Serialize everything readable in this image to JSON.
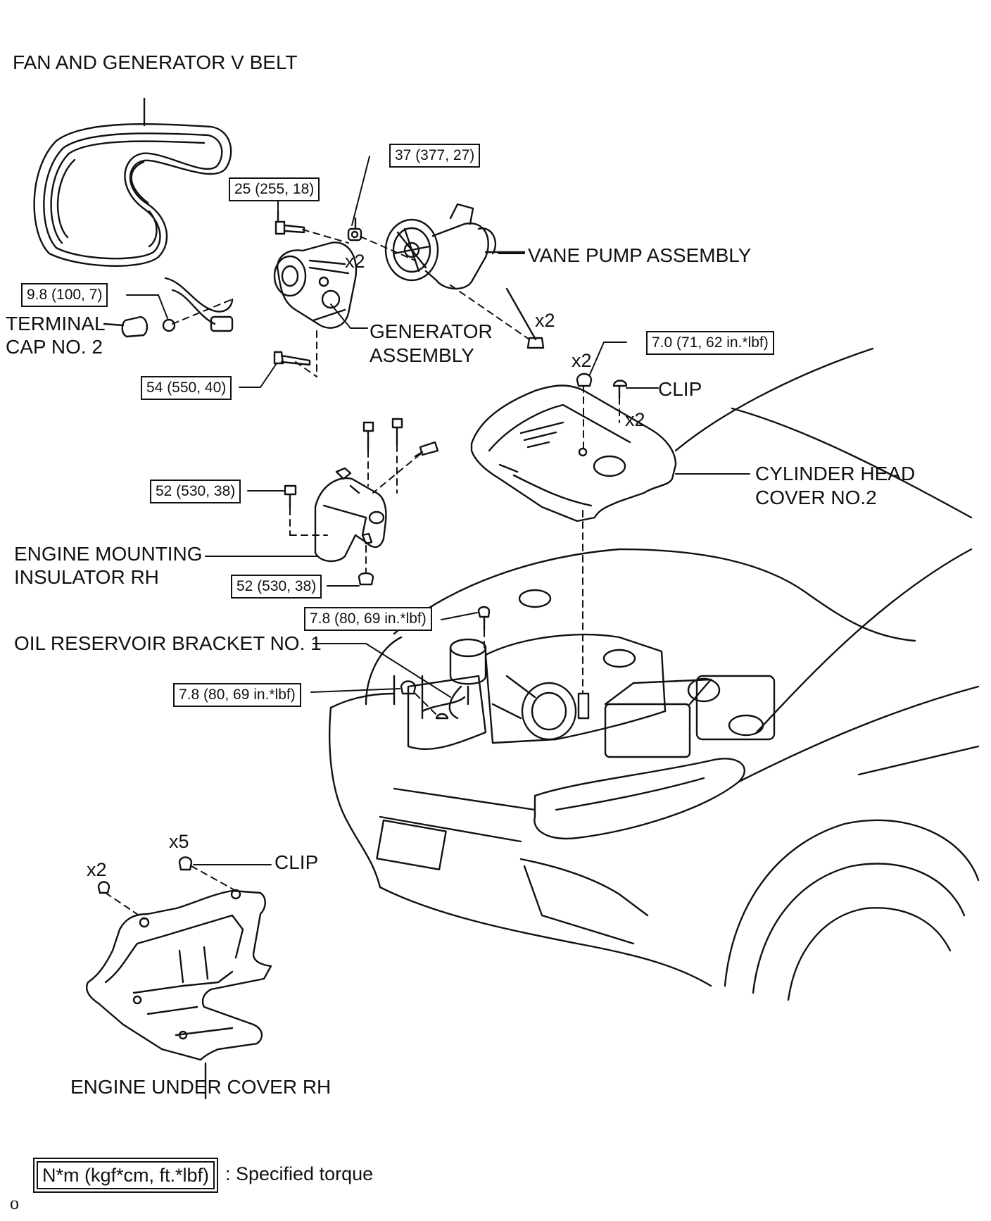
{
  "labels": {
    "fan_belt": "FAN AND GENERATOR V BELT",
    "vane_pump": "VANE PUMP ASSEMBLY",
    "terminal_cap_l1": "TERMINAL",
    "terminal_cap_l2": "CAP NO. 2",
    "generator_l1": "GENERATOR",
    "generator_l2": "ASSEMBLY",
    "clip_top": "CLIP",
    "cyl_head_l1": "CYLINDER HEAD",
    "cyl_head_l2": "COVER NO.2",
    "engine_mount_l1": "ENGINE MOUNTING",
    "engine_mount_l2": "INSULATOR RH",
    "oil_reservoir": "OIL RESERVOIR BRACKET NO. 1",
    "clip_bottom": "CLIP",
    "under_cover": "ENGINE UNDER COVER RH"
  },
  "torques": {
    "t37": "37 (377, 27)",
    "t25": "25 (255, 18)",
    "t98": "9.8 (100, 7)",
    "t54": "54 (550, 40)",
    "t70": "7.0 (71, 62 in.*lbf)",
    "t52a": "52 (530, 38)",
    "t52b": "52 (530, 38)",
    "t78a": "7.8 (80, 69 in.*lbf)",
    "t78b": "7.8 (80, 69 in.*lbf)"
  },
  "quantities": {
    "q_nut": "x2",
    "q_bolt": "x2",
    "q_cover_nut": "x2",
    "q_clip": "x2",
    "q_under_bolt": "x2",
    "q_under_clip": "x5"
  },
  "legend": {
    "unit_box": "N*m (kgf*cm, ft.*lbf)",
    "text": ": Specified torque"
  },
  "corner_mark": "o"
}
